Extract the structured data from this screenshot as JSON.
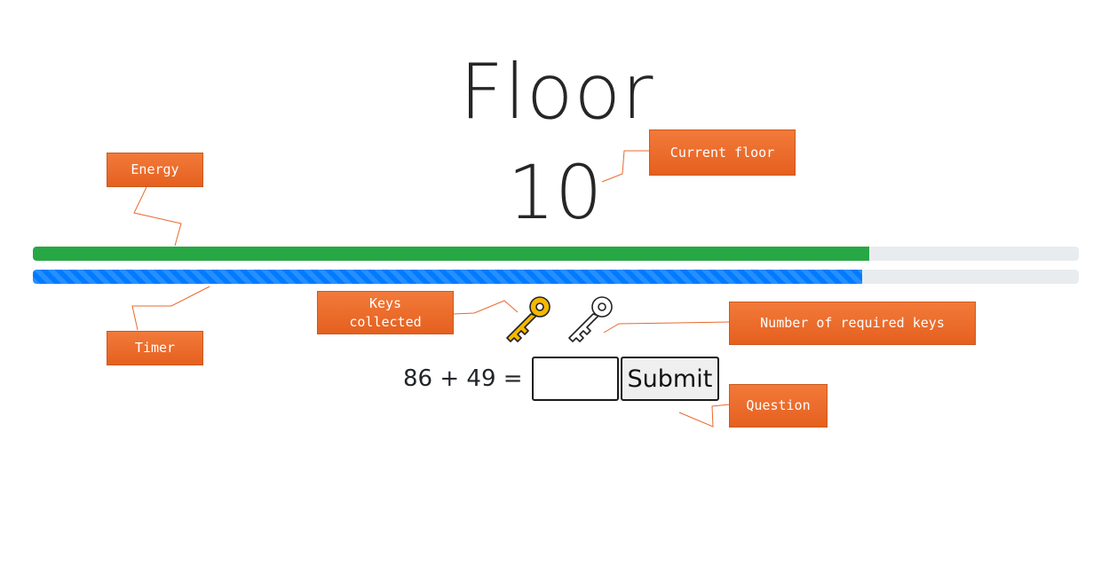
{
  "header": {
    "title": "Floor",
    "floor_number": "10"
  },
  "energy": {
    "fraction": 0.8
  },
  "timer": {
    "fraction": 0.793
  },
  "keys": {
    "collected": 1,
    "required": 2,
    "collected_color": "#f5b800",
    "empty_color": "#ffffff"
  },
  "question": {
    "text": "86 + 49 =",
    "answer_value": "",
    "submit_label": "Submit"
  },
  "annotations": {
    "energy": "Energy",
    "timer": "Timer",
    "current_floor": "Current floor",
    "keys_collected": "Keys\ncollected",
    "required_keys": "Number of required keys",
    "question": "Question"
  },
  "colors": {
    "energy_bar": "#28a745",
    "timer_bar": "#007bff",
    "track": "#e9ecef",
    "callout": "#ec6a2a"
  }
}
